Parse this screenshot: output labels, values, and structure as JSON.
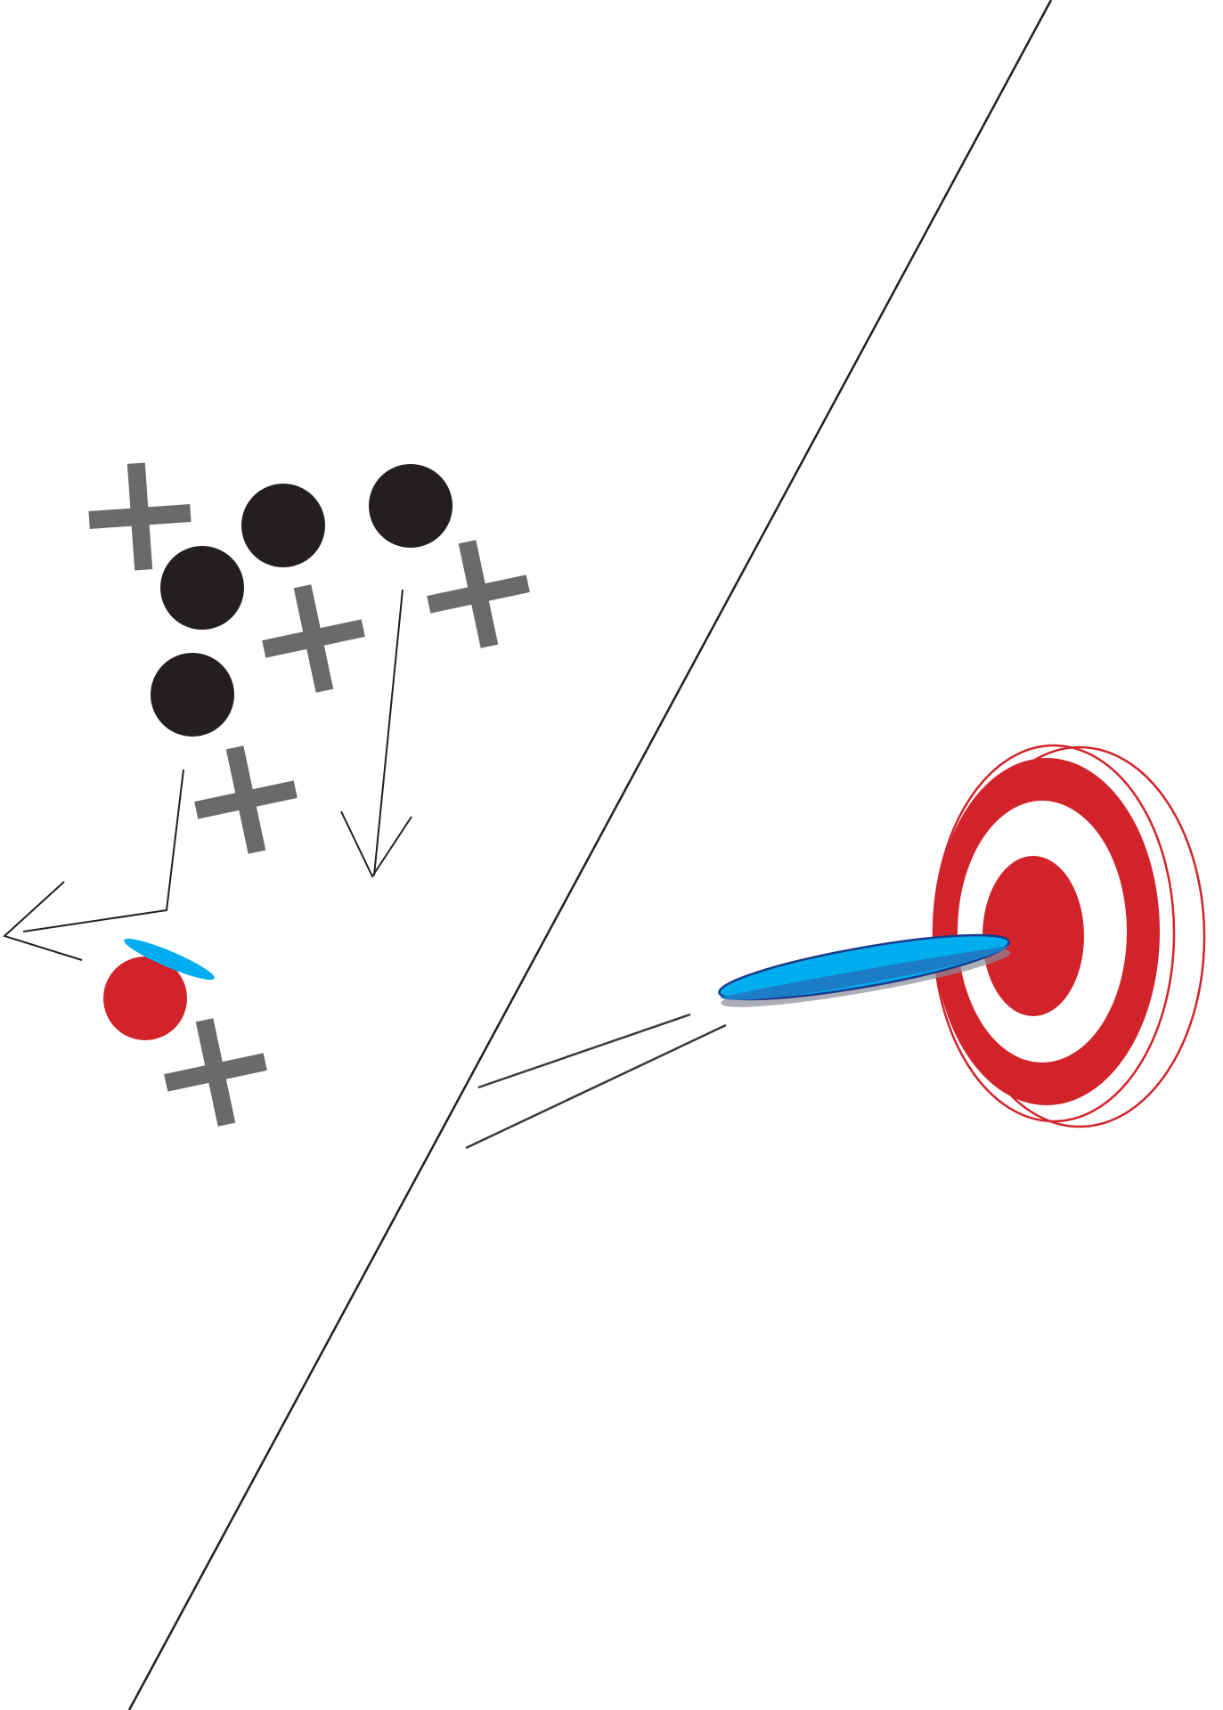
{
  "figure": {
    "colors": {
      "background": "#ffffff",
      "line": "#231f20",
      "dot": "#231f20",
      "cross": "#4a4a4a",
      "target_red": "#d2232a",
      "dart_light": "#00adef",
      "dart_dark": "#1d7cc6",
      "dart_outline": "#1b3a8c"
    },
    "panels": [
      {
        "name": "left-cluster",
        "elements": [
          "black-dots",
          "gray-crosses",
          "arrows",
          "red-dot",
          "blue-ring"
        ]
      },
      {
        "name": "right-target",
        "elements": [
          "bullseye-target",
          "dart",
          "speed-lines"
        ]
      }
    ],
    "icons": [
      "dot-icon",
      "cross-icon",
      "arrow-icon",
      "target-icon",
      "dart-icon"
    ]
  }
}
